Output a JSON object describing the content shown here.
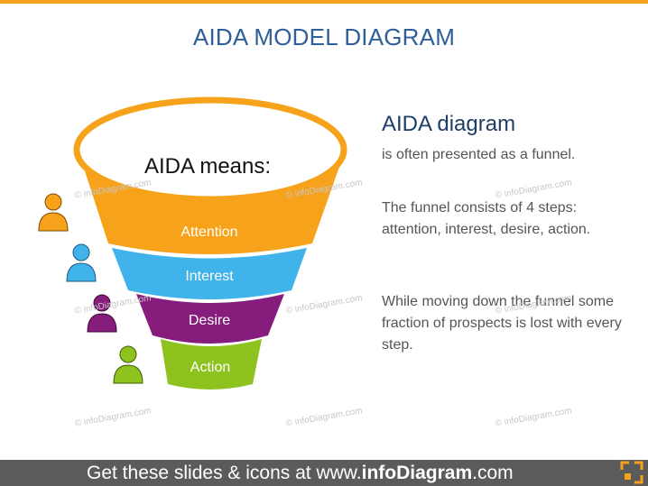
{
  "title": "AIDA MODEL DIAGRAM",
  "funnel": {
    "center_label": "AIDA means:",
    "steps": [
      {
        "label": "Attention",
        "color": "#f7a21b"
      },
      {
        "label": "Interest",
        "color": "#3fb3ea"
      },
      {
        "label": "Desire",
        "color": "#861c7b"
      },
      {
        "label": "Action",
        "color": "#8dc21f"
      }
    ]
  },
  "description": {
    "heading": "AIDA diagram",
    "p1": "is often presented as a funnel.",
    "p2": "The funnel consists of 4 steps: attention, interest, desire, action.",
    "p3": "While moving down the funnel some fraction of prospects is lost with every step."
  },
  "watermark": "© infoDiagram.com",
  "footer": {
    "prefix": "Get these slides & icons at www.",
    "brand": "infoDiagram",
    "suffix": ".com"
  },
  "colors": {
    "accent": "#f4a21c",
    "title": "#2f5f98",
    "footer_bg": "#5b5b5b"
  }
}
